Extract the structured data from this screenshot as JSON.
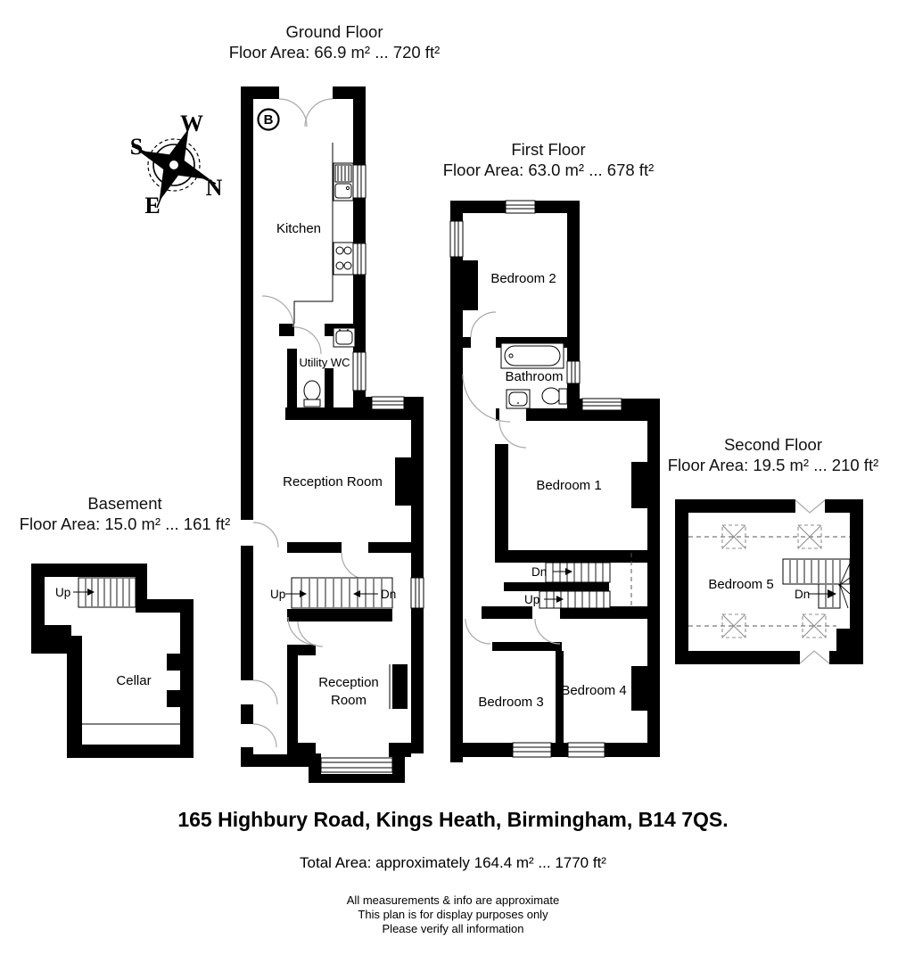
{
  "document": {
    "background": "#ffffff",
    "wall_color": "#000000",
    "arc_color": "#a9a9a9"
  },
  "compass": {
    "w": "W",
    "s": "S",
    "n": "N",
    "e": "E"
  },
  "labels": {
    "up": "Up",
    "dn": "Dn"
  },
  "marker_b": "B",
  "floors": {
    "ground": {
      "title": "Ground Floor",
      "area": "Floor Area: 66.9 m² ... 720 ft²",
      "rooms": {
        "kitchen": "Kitchen",
        "utility_wc": "Utility WC",
        "reception_1": "Reception Room",
        "reception_2_line1": "Reception",
        "reception_2_line2": "Room"
      }
    },
    "first": {
      "title": "First Floor",
      "area": "Floor Area: 63.0 m² ... 678 ft²",
      "rooms": {
        "bedroom_2": "Bedroom 2",
        "bathroom": "Bathroom",
        "bedroom_1": "Bedroom 1",
        "bedroom_3": "Bedroom 3",
        "bedroom_4": "Bedroom 4"
      }
    },
    "second": {
      "title": "Second Floor",
      "area": "Floor Area: 19.5 m² ... 210 ft²",
      "rooms": {
        "bedroom_5": "Bedroom 5"
      }
    },
    "basement": {
      "title": "Basement",
      "area": "Floor Area: 15.0 m² ... 161 ft²",
      "rooms": {
        "cellar": "Cellar"
      }
    }
  },
  "footer": {
    "address": "165 Highbury Road, Kings Heath, Birmingham, B14 7QS.",
    "total_area": "Total Area: approximately 164.4 m² ... 1770 ft²",
    "disclaimer": [
      "All measurements & info are approximate",
      "This plan is for display purposes only",
      "Please verify all information"
    ]
  }
}
